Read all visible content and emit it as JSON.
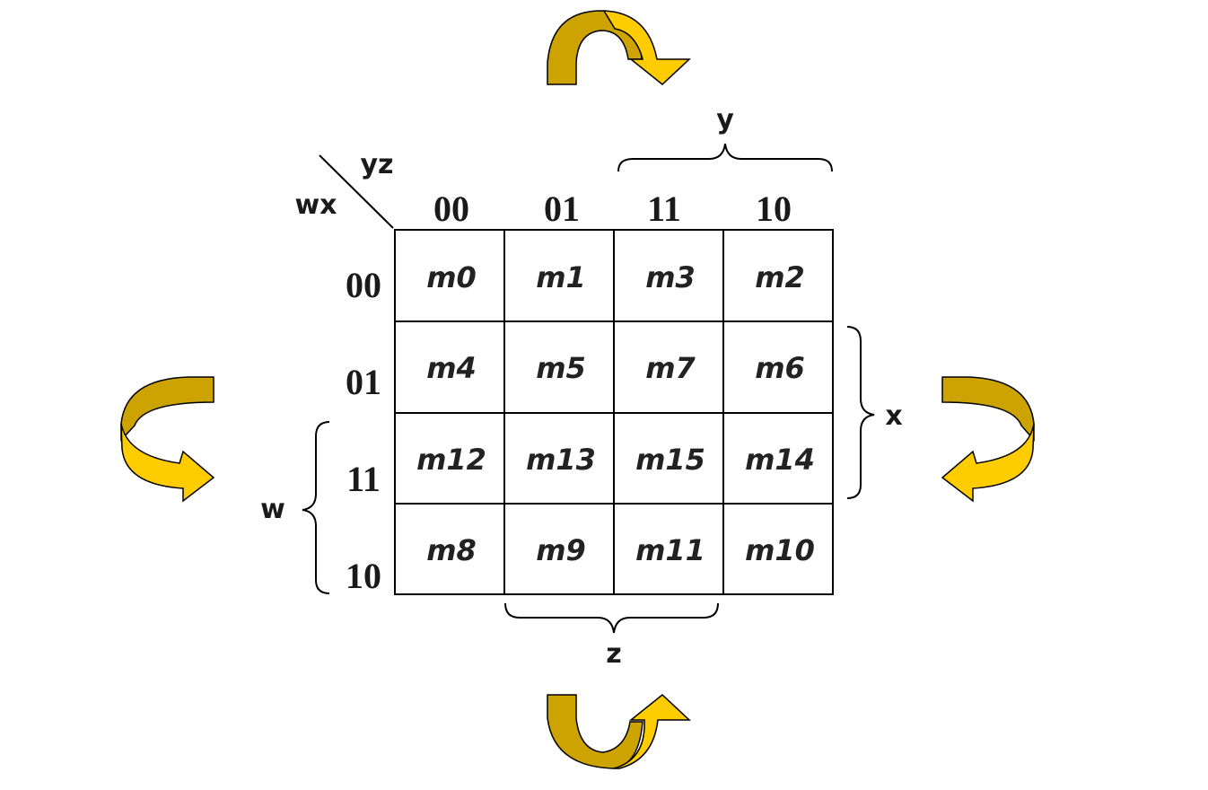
{
  "kmap": {
    "corner": {
      "row_vars": "wx",
      "col_vars": "yz"
    },
    "col_headers": [
      "00",
      "01",
      "11",
      "10"
    ],
    "row_headers": [
      "00",
      "01",
      "11",
      "10"
    ],
    "cells": [
      [
        "m0",
        "m1",
        "m3",
        "m2"
      ],
      [
        "m4",
        "m5",
        "m7",
        "m6"
      ],
      [
        "m12",
        "m13",
        "m15",
        "m14"
      ],
      [
        "m8",
        "m9",
        "m11",
        "m10"
      ]
    ],
    "braces": {
      "top": "y",
      "right": "x",
      "left": "w",
      "bottom": "z"
    }
  },
  "colors": {
    "arrow_front": "#ffcc00",
    "arrow_back": "#cca300",
    "outline": "#000000"
  },
  "icons": {
    "wrap_top": "curved-arrow-icon",
    "wrap_bottom": "curved-arrow-icon",
    "wrap_left": "curved-arrow-icon",
    "wrap_right": "curved-arrow-icon"
  }
}
